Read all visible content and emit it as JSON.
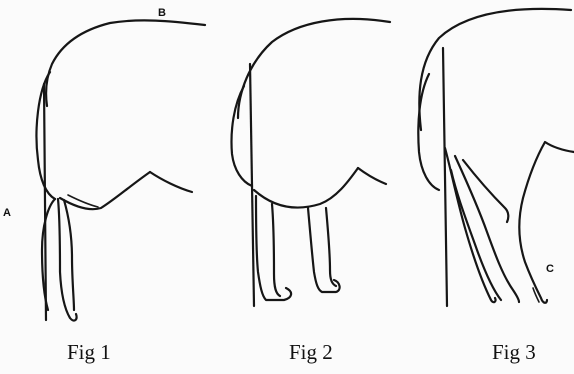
{
  "figures": [
    {
      "caption": "Fig 1"
    },
    {
      "caption": "Fig 2"
    },
    {
      "caption": "Fig 3"
    }
  ],
  "markers": {
    "a": "A",
    "b": "B",
    "c": "C"
  },
  "colors": {
    "ink": "#161616",
    "paper": "#fbfbfb"
  }
}
